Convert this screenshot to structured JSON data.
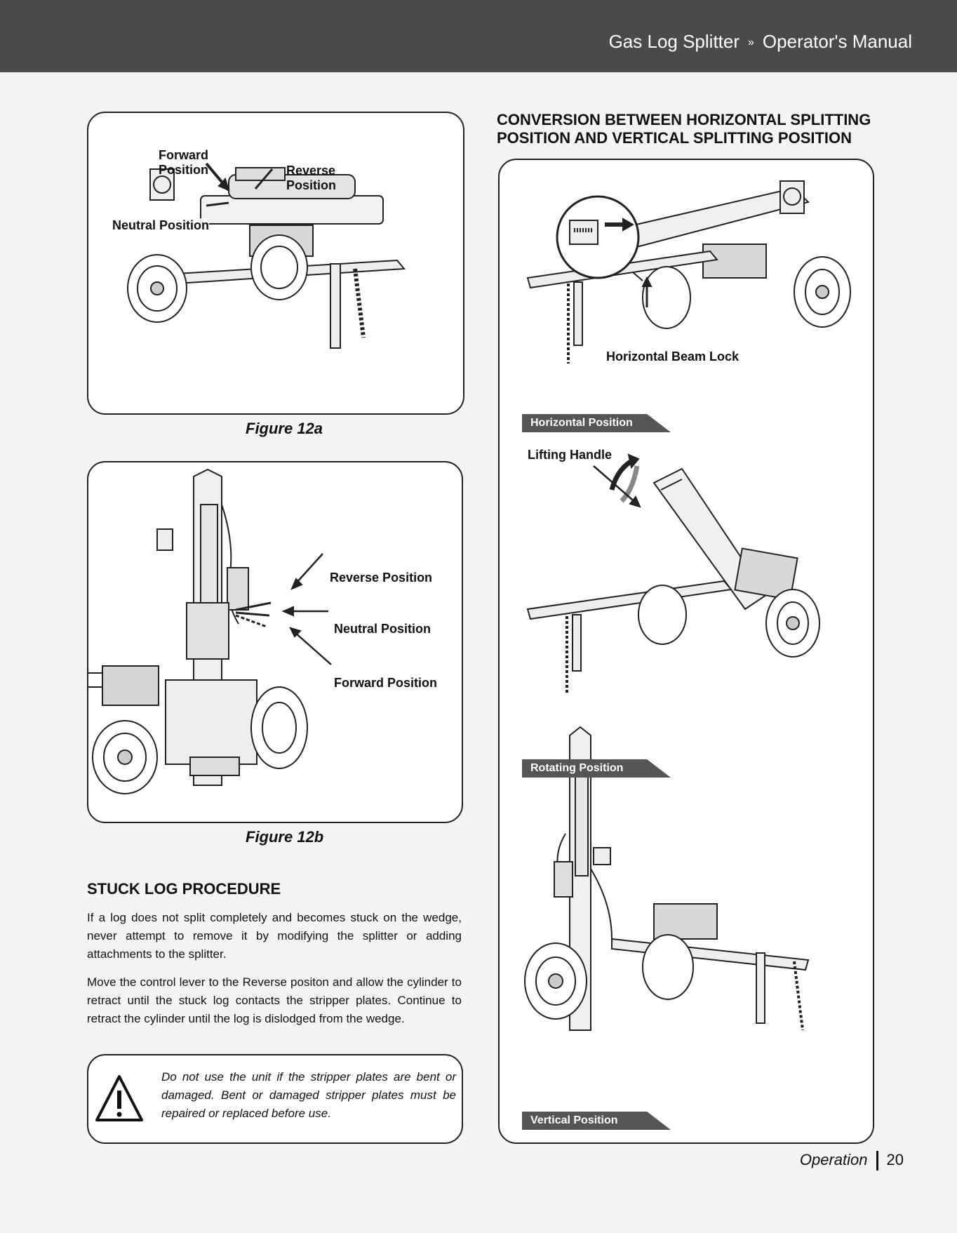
{
  "header": {
    "product": "Gas Log Splitter",
    "separator": "»",
    "manual": "Operator's Manual"
  },
  "figure_12a": {
    "caption": "Figure 12a",
    "labels": {
      "forward": "Forward\nPosition",
      "reverse": "Reverse\nPosition",
      "neutral": "Neutral Position"
    }
  },
  "figure_12b": {
    "caption": "Figure 12b",
    "labels": {
      "reverse": "Reverse Position",
      "neutral": "Neutral Position",
      "forward": "Forward Position"
    }
  },
  "stuck_log": {
    "title": "STUCK LOG PROCEDURE",
    "paragraph1": "If a log does not split completely and becomes stuck on the wedge, never attempt to remove it by modifying the splitter or adding attachments to the splitter.",
    "paragraph2": "Move the control lever to the Reverse positon and allow the cylinder to retract until the stuck log contacts the stripper plates. Continue to retract the cylinder until the log is dislodged from the wedge.",
    "warning": "Do not use the unit if the stripper plates are bent or damaged. Bent or damaged stripper plates must be repaired or replaced before use."
  },
  "conversion": {
    "title": "CONVERSION BETWEEN HORIZONTAL SPLITTING POSITION AND VERTICAL SPLITTING POSITION",
    "beam_lock_label": "Horizontal Beam Lock",
    "horizontal_banner": "Horizontal Position",
    "lifting_handle_label": "Lifting Handle",
    "rotating_banner": "Rotating Position",
    "vertical_banner": "Vertical Position"
  },
  "footer": {
    "section": "Operation",
    "page": "20"
  }
}
